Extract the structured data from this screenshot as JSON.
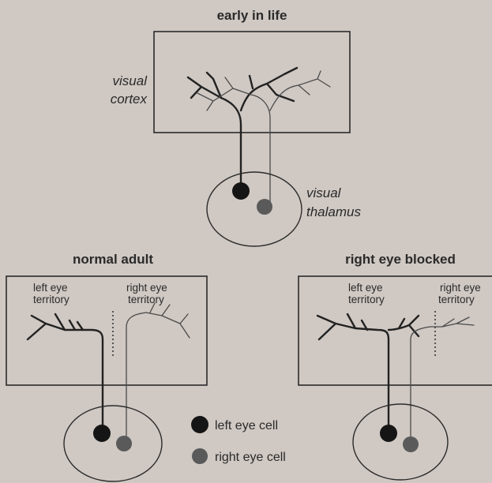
{
  "panels": {
    "early": {
      "title": "early in life",
      "cortex_label_line1": "visual",
      "cortex_label_line2": "cortex",
      "thalamus_label_line1": "visual",
      "thalamus_label_line2": "thalamus"
    },
    "normal": {
      "title": "normal adult",
      "left_territory_line1": "left eye",
      "left_territory_line2": "territory",
      "right_territory_line1": "right eye",
      "right_territory_line2": "territory"
    },
    "blocked": {
      "title": "right eye blocked",
      "left_territory_line1": "left eye",
      "left_territory_line2": "territory",
      "right_territory_line1": "right eye",
      "right_territory_line2": "territory"
    }
  },
  "legend": {
    "left_eye_cell": "left eye cell",
    "right_eye_cell": "right eye cell"
  },
  "colors": {
    "background": "#cfc8c3",
    "left_eye_cell": "#151515",
    "right_eye_cell": "#5a5a5a",
    "line": "#2b2b2b"
  }
}
